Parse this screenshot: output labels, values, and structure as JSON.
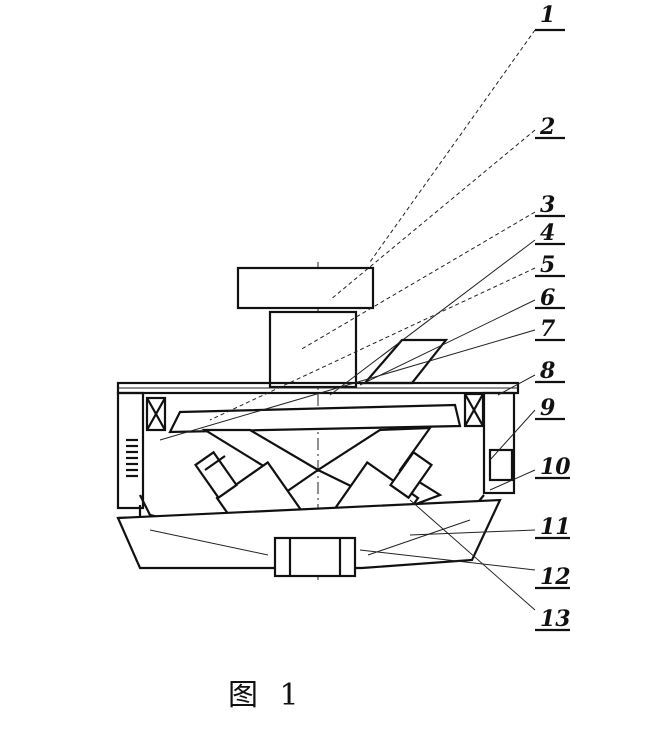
{
  "callouts": [
    "1",
    "2",
    "3",
    "4",
    "5",
    "6",
    "7",
    "8",
    "9",
    "10",
    "11",
    "12",
    "13"
  ],
  "caption": "图 1"
}
